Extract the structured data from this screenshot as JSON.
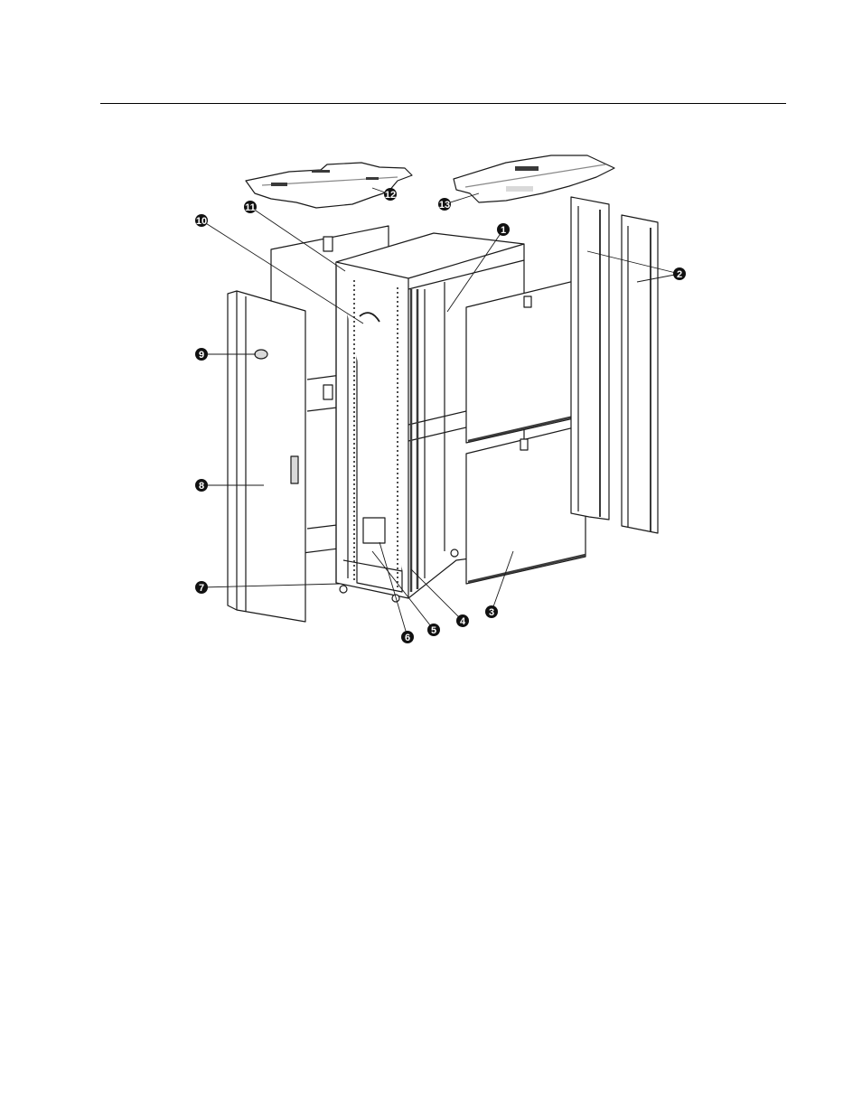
{
  "figure": {
    "callouts": [
      {
        "id": 1,
        "label": "1"
      },
      {
        "id": 2,
        "label": "2"
      },
      {
        "id": 3,
        "label": "3"
      },
      {
        "id": 4,
        "label": "4"
      },
      {
        "id": 5,
        "label": "5"
      },
      {
        "id": 6,
        "label": "6"
      },
      {
        "id": 7,
        "label": "7"
      },
      {
        "id": 8,
        "label": "8"
      },
      {
        "id": 9,
        "label": "9"
      },
      {
        "id": 10,
        "label": "10"
      },
      {
        "id": 11,
        "label": "11"
      },
      {
        "id": 12,
        "label": "12"
      },
      {
        "id": 13,
        "label": "13"
      }
    ],
    "colors": {
      "line": "#1a1a1a",
      "panel_fill": "#ffffff",
      "shade": "#d9d9d9",
      "dark": "#3a3a3a"
    }
  }
}
